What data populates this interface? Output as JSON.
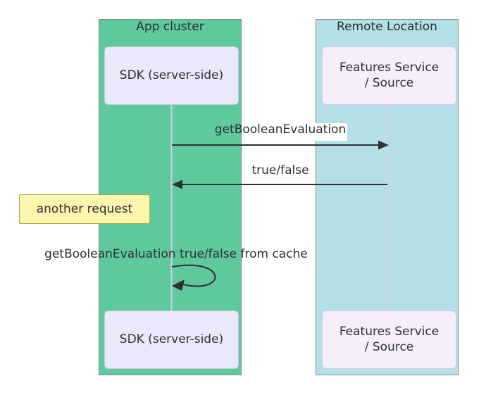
{
  "groups": {
    "app": {
      "label": "App cluster"
    },
    "remote": {
      "label": "Remote Location"
    }
  },
  "actors": {
    "sdk": {
      "label": "SDK (server-side)"
    },
    "features": {
      "line1": "Features Service",
      "line2": "/ Source"
    }
  },
  "messages": {
    "request": {
      "label": "getBooleanEvaluation",
      "direction": "right"
    },
    "response": {
      "label": "true/false",
      "direction": "left"
    },
    "cached": {
      "label": "getBooleanEvaluation true/false from cache",
      "direction": "self-loop"
    }
  },
  "note": {
    "label": "another request"
  },
  "colors": {
    "app_cluster_bg": "#5dc99d",
    "remote_location_bg": "#b2e0e6",
    "sdk_actor_bg": "#e9e9fb",
    "features_actor_bg": "#f4effb",
    "note_bg": "#faf6ae",
    "note_border": "#a9a938",
    "rect_border": "#8a8a8a",
    "arrow": "#303030",
    "lifeline": "#d0d0e8",
    "text": "#2f2f2f"
  }
}
